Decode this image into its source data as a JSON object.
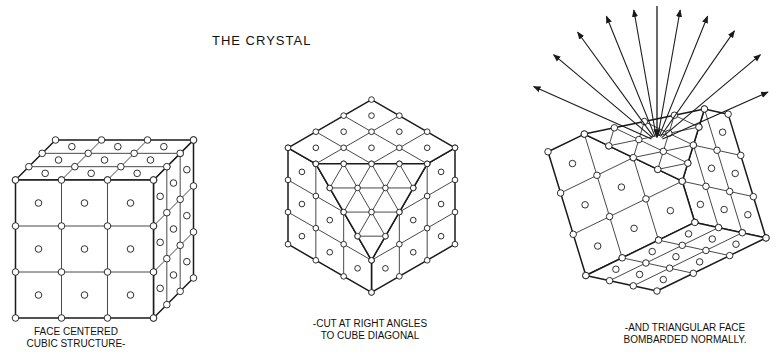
{
  "diagram": {
    "title": "THE CRYSTAL",
    "labels": [
      "FACE CENTERED CUBIC STRUCTURE-",
      "-CUT AT RIGHT ANGLES TO CUBE DIAGONAL",
      "-AND TRIANGULAR FACE BOMBARDED NORMALLY."
    ]
  }
}
